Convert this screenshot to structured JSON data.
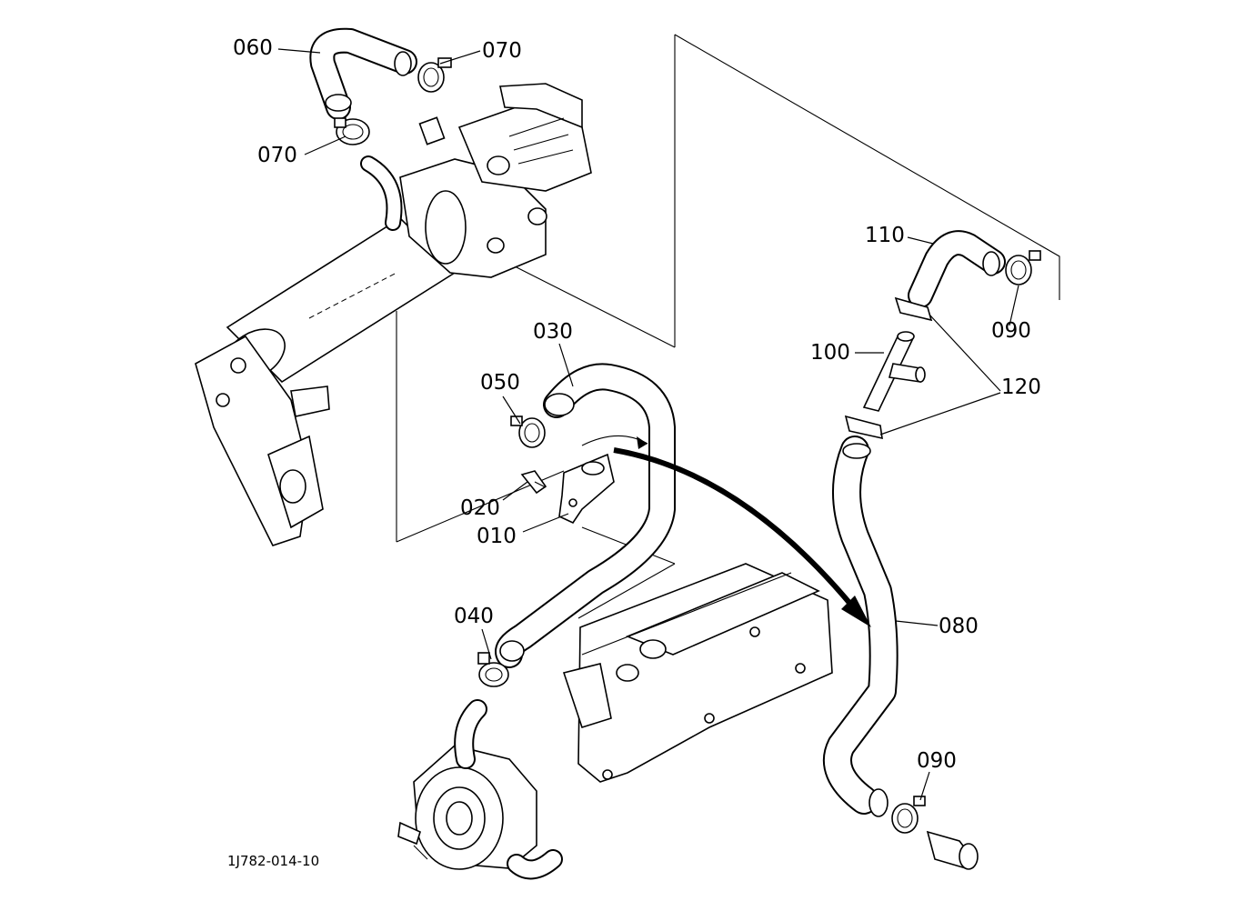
{
  "diagram": {
    "drawing_code": "1J782-014-10",
    "parts": [
      {
        "id": "p010",
        "label": "010"
      },
      {
        "id": "p020",
        "label": "020"
      },
      {
        "id": "p030",
        "label": "030"
      },
      {
        "id": "p040",
        "label": "040"
      },
      {
        "id": "p050",
        "label": "050"
      },
      {
        "id": "p060",
        "label": "060"
      },
      {
        "id": "p070a",
        "label": "070"
      },
      {
        "id": "p070b",
        "label": "070"
      },
      {
        "id": "p080",
        "label": "080"
      },
      {
        "id": "p090a",
        "label": "090"
      },
      {
        "id": "p090b",
        "label": "090"
      },
      {
        "id": "p100",
        "label": "100"
      },
      {
        "id": "p110",
        "label": "110"
      },
      {
        "id": "p120",
        "label": "120"
      }
    ]
  }
}
